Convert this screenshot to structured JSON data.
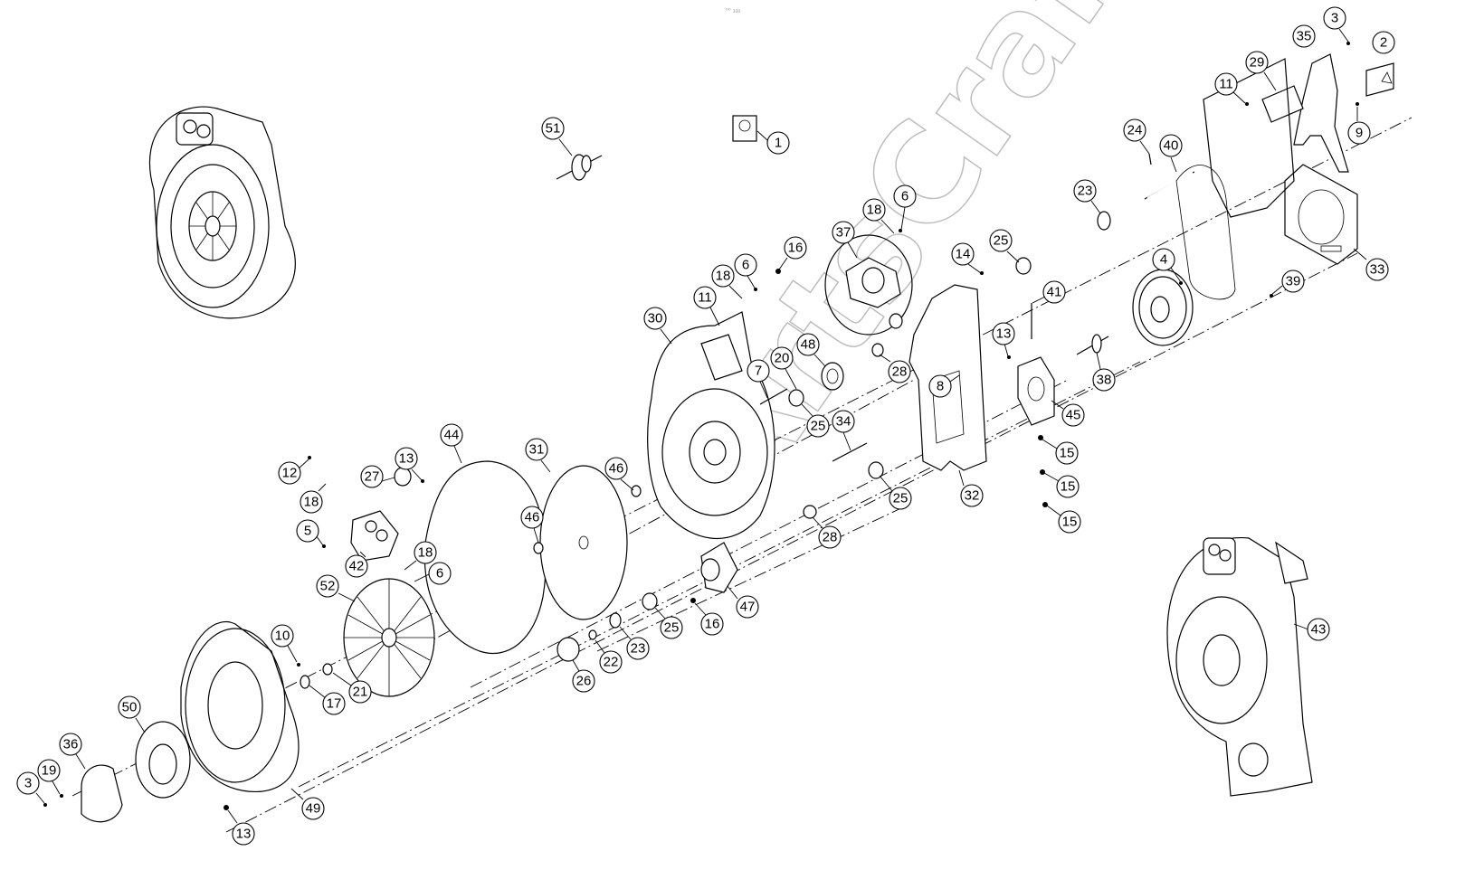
{
  "watermark": "ArtsCraft",
  "logo_text": "⁰⁰ ₃₃₀",
  "callouts": [
    {
      "n": "1"
    },
    {
      "n": "2"
    },
    {
      "n": "3"
    },
    {
      "n": "35"
    },
    {
      "n": "29"
    },
    {
      "n": "11"
    },
    {
      "n": "9"
    },
    {
      "n": "24"
    },
    {
      "n": "40"
    },
    {
      "n": "23"
    },
    {
      "n": "33"
    },
    {
      "n": "4"
    },
    {
      "n": "39"
    },
    {
      "n": "51"
    },
    {
      "n": "18"
    },
    {
      "n": "6"
    },
    {
      "n": "37"
    },
    {
      "n": "14"
    },
    {
      "n": "25"
    },
    {
      "n": "16"
    },
    {
      "n": "6"
    },
    {
      "n": "18"
    },
    {
      "n": "11"
    },
    {
      "n": "30"
    },
    {
      "n": "48"
    },
    {
      "n": "20"
    },
    {
      "n": "7"
    },
    {
      "n": "28"
    },
    {
      "n": "8"
    },
    {
      "n": "13"
    },
    {
      "n": "41"
    },
    {
      "n": "38"
    },
    {
      "n": "45"
    },
    {
      "n": "25"
    },
    {
      "n": "34"
    },
    {
      "n": "15"
    },
    {
      "n": "15"
    },
    {
      "n": "15"
    },
    {
      "n": "32"
    },
    {
      "n": "25"
    },
    {
      "n": "44"
    },
    {
      "n": "31"
    },
    {
      "n": "46"
    },
    {
      "n": "46"
    },
    {
      "n": "13"
    },
    {
      "n": "27"
    },
    {
      "n": "12"
    },
    {
      "n": "18"
    },
    {
      "n": "5"
    },
    {
      "n": "42"
    },
    {
      "n": "18"
    },
    {
      "n": "6"
    },
    {
      "n": "52"
    },
    {
      "n": "28"
    },
    {
      "n": "47"
    },
    {
      "n": "16"
    },
    {
      "n": "25"
    },
    {
      "n": "23"
    },
    {
      "n": "22"
    },
    {
      "n": "26"
    },
    {
      "n": "10"
    },
    {
      "n": "17"
    },
    {
      "n": "21"
    },
    {
      "n": "50"
    },
    {
      "n": "36"
    },
    {
      "n": "19"
    },
    {
      "n": "3"
    },
    {
      "n": "49"
    },
    {
      "n": "13"
    },
    {
      "n": "43"
    }
  ]
}
